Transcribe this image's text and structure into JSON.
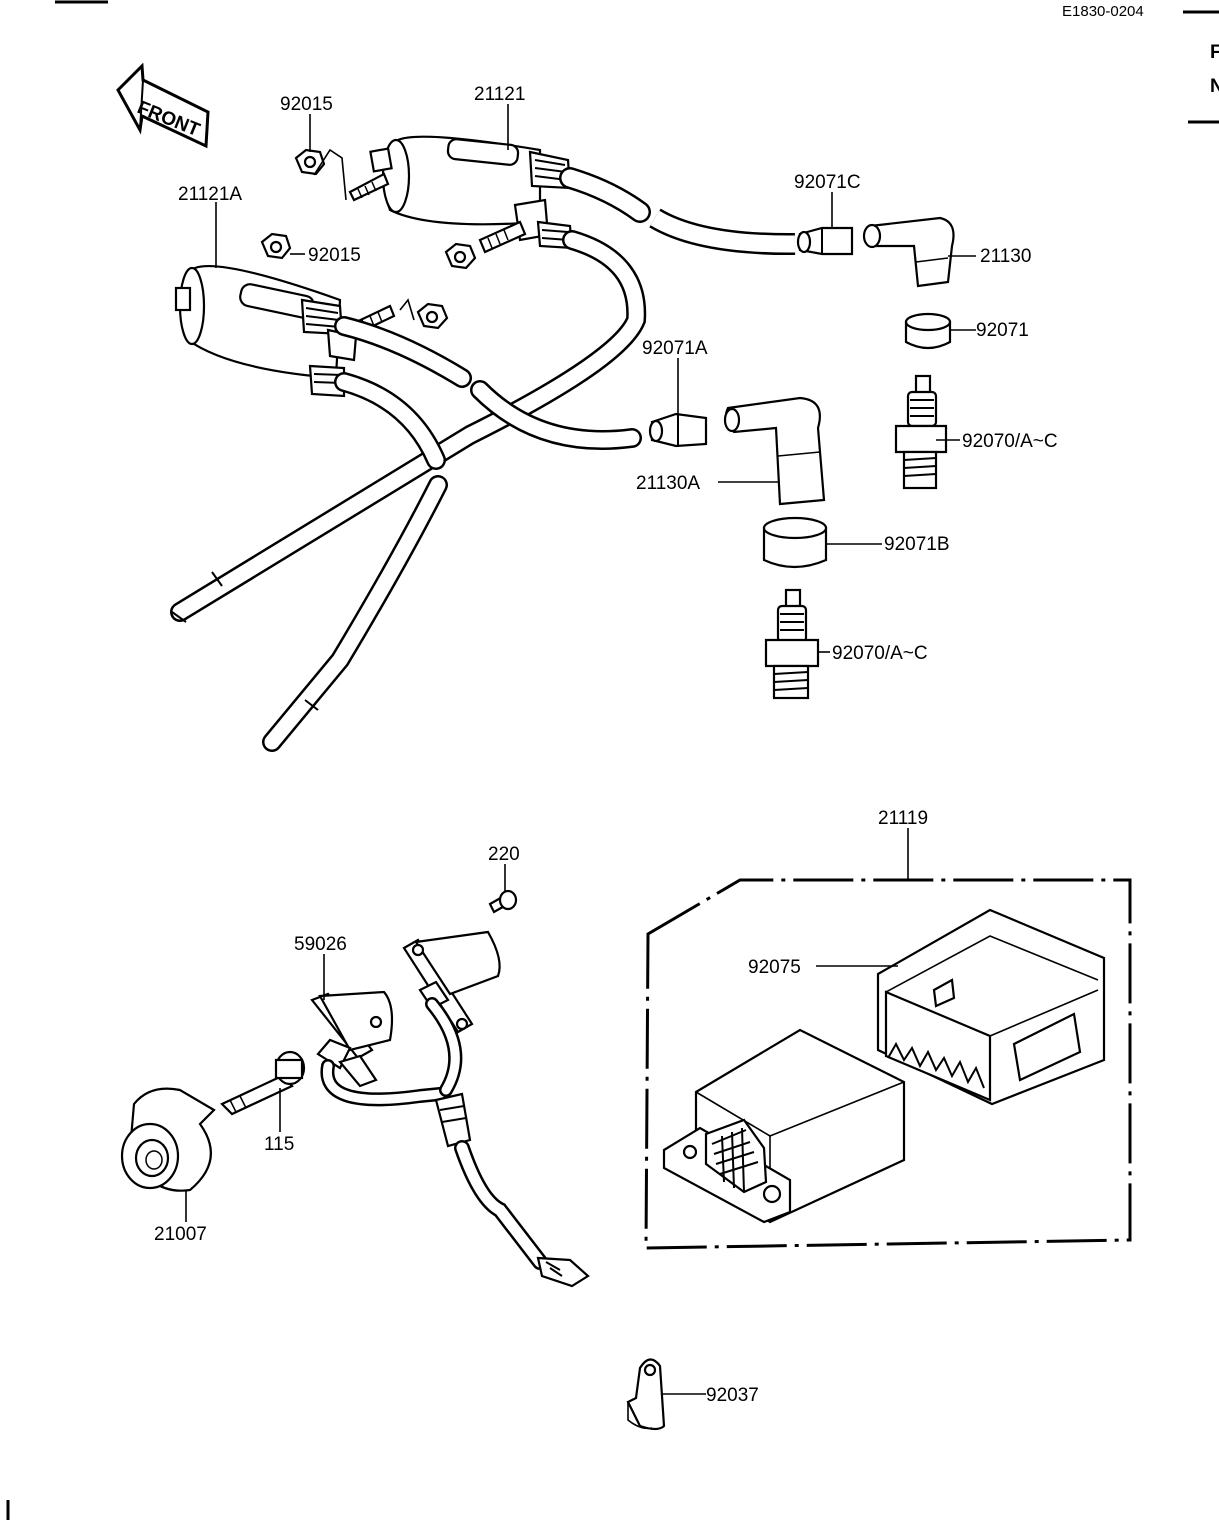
{
  "diagram_code": "E1830-0204",
  "edge_marks": [
    "F",
    "N"
  ],
  "front_label": "FRONT",
  "labels": {
    "p92015_top": "92015",
    "p21121": "21121",
    "p21121A": "21121A",
    "p92015_mid": "92015",
    "p92071C": "92071C",
    "p21130": "21130",
    "p92071": "92071",
    "p92071A": "92071A",
    "p92070_top": "92070/A~C",
    "p21130A": "21130A",
    "p92071B": "92071B",
    "p92070_bottom": "92070/A~C",
    "p21119": "21119",
    "p220": "220",
    "p59026": "59026",
    "p92075": "92075",
    "p115": "115",
    "p21007": "21007",
    "p92037": "92037"
  }
}
